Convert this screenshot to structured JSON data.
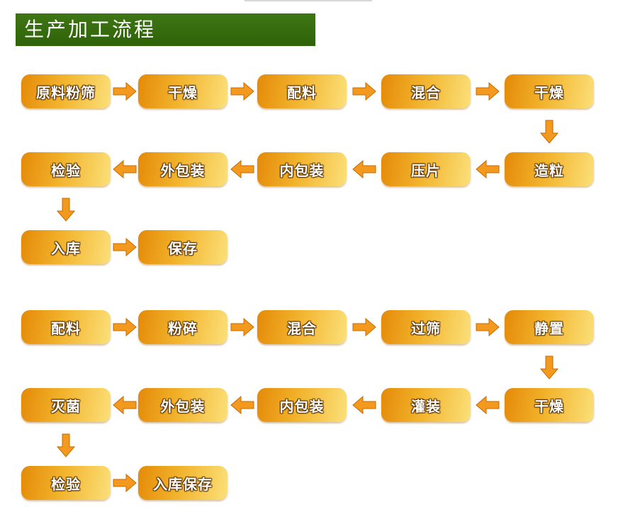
{
  "title": "生产加工流程",
  "colors": {
    "title_bg": "#2f6209",
    "node": "#f2b32c",
    "arrow": "#f39a1e"
  },
  "flows": [
    {
      "rows": [
        [
          "原料粉筛",
          "干燥",
          "配料",
          "混合",
          "干燥"
        ],
        [
          "检验",
          "外包装",
          "内包装",
          "压片",
          "造粒"
        ],
        [
          "入库",
          "保存"
        ]
      ]
    },
    {
      "rows": [
        [
          "配料",
          "粉碎",
          "混合",
          "过筛",
          "静置"
        ],
        [
          "灭菌",
          "外包装",
          "内包装",
          "灌装",
          "干燥"
        ],
        [
          "检验",
          "入库保存"
        ]
      ]
    }
  ]
}
